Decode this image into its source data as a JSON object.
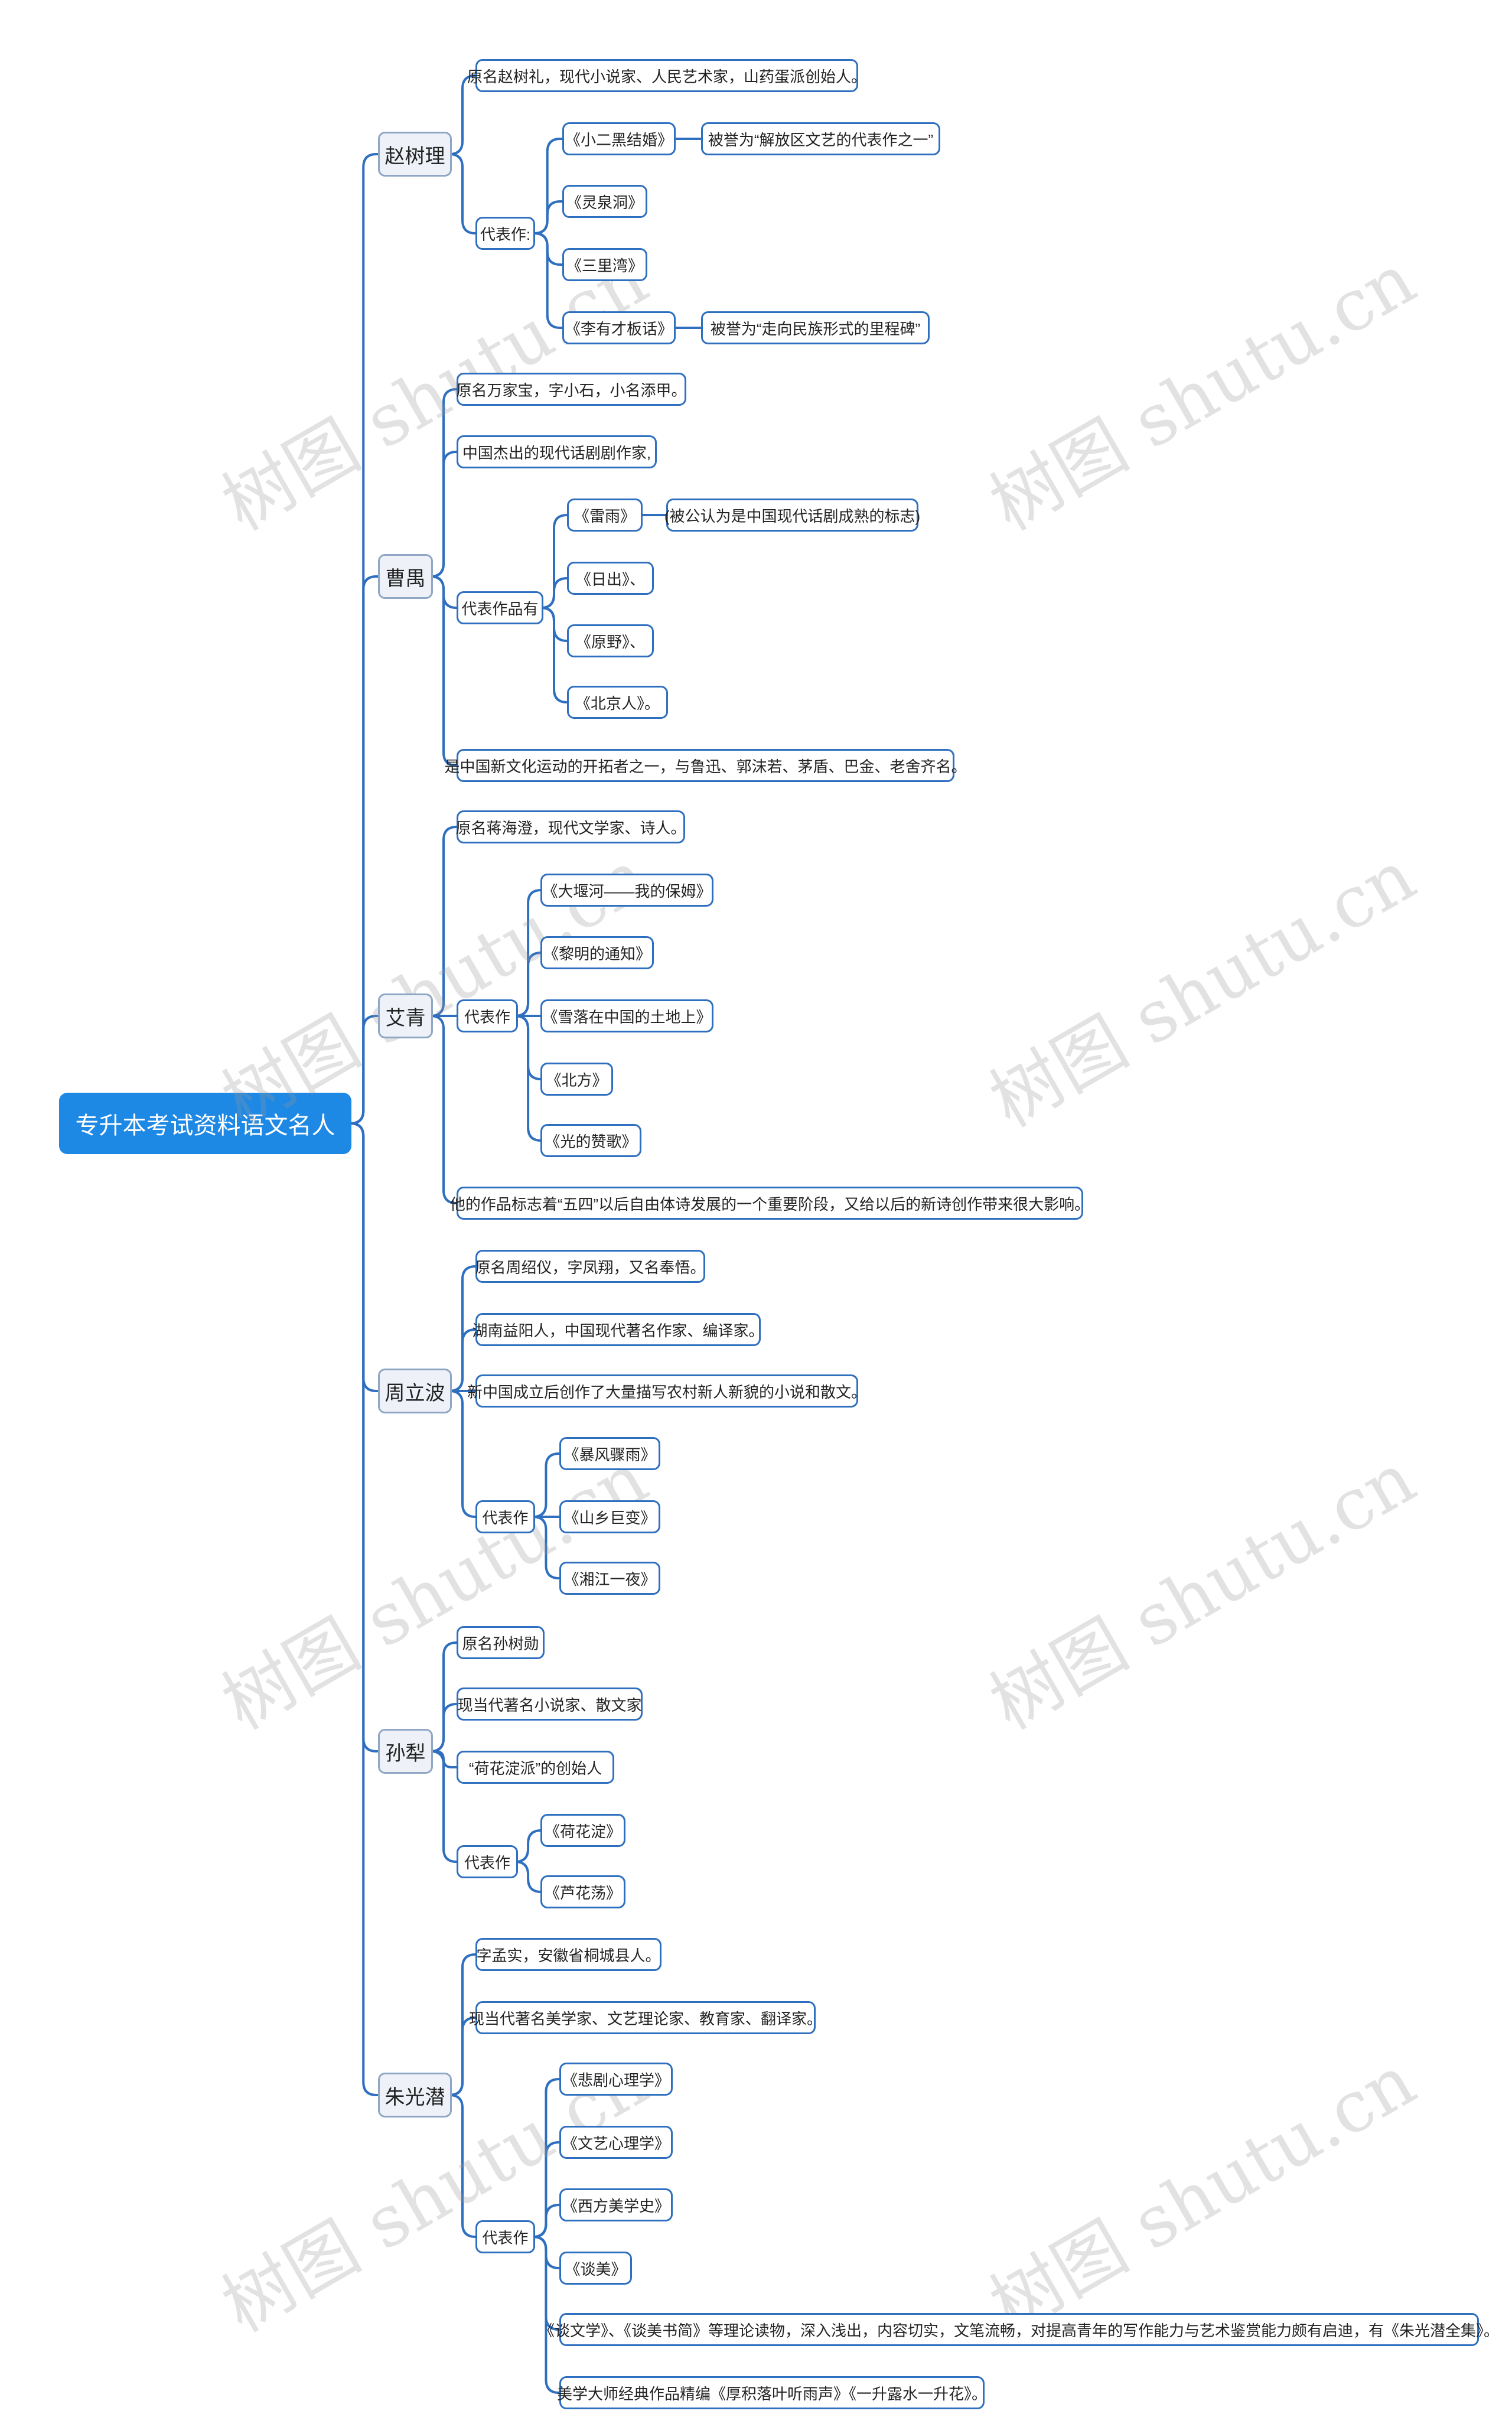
{
  "watermark": "树图 shutu.cn",
  "root": "专升本考试资料语文名人",
  "branches": [
    {
      "label": "赵树理",
      "children": [
        {
          "label": "原名赵树礼，现代小说家、人民艺术家，山药蛋派创始人。"
        },
        {
          "label": "代表作:",
          "children": [
            {
              "label": "《小二黑结婚》",
              "children": [
                {
                  "label": "被誉为“解放区文艺的代表作之一”"
                }
              ]
            },
            {
              "label": "《灵泉洞》"
            },
            {
              "label": "《三里湾》"
            },
            {
              "label": "《李有才板话》",
              "children": [
                {
                  "label": "被誉为“走向民族形式的里程碑”"
                }
              ]
            }
          ]
        }
      ]
    },
    {
      "label": "曹禺",
      "children": [
        {
          "label": "原名万家宝，字小石，小名添甲。"
        },
        {
          "label": "中国杰出的现代话剧剧作家,"
        },
        {
          "label": "代表作品有",
          "children": [
            {
              "label": "《雷雨》",
              "children": [
                {
                  "label": "(被公认为是中国现代话剧成熟的标志)"
                }
              ]
            },
            {
              "label": "《日出》、"
            },
            {
              "label": "《原野》、"
            },
            {
              "label": "《北京人》。"
            }
          ]
        },
        {
          "label": "是中国新文化运动的开拓者之一，与鲁迅、郭沫若、茅盾、巴金、老舍齐名。"
        }
      ]
    },
    {
      "label": "艾青",
      "children": [
        {
          "label": "原名蒋海澄，现代文学家、诗人。"
        },
        {
          "label": "代表作",
          "children": [
            {
              "label": "《大堰河——我的保姆》"
            },
            {
              "label": "《黎明的通知》"
            },
            {
              "label": "《雪落在中国的土地上》"
            },
            {
              "label": "《北方》"
            },
            {
              "label": "《光的赞歌》"
            }
          ]
        },
        {
          "label": "他的作品标志着“五四”以后自由体诗发展的一个重要阶段，又给以后的新诗创作带来很大影响。"
        }
      ]
    },
    {
      "label": "周立波",
      "children": [
        {
          "label": "原名周绍仪，字凤翔，又名奉悟。"
        },
        {
          "label": "湖南益阳人，中国现代著名作家、编译家。"
        },
        {
          "label": "新中国成立后创作了大量描写农村新人新貌的小说和散文。"
        },
        {
          "label": "代表作",
          "children": [
            {
              "label": "《暴风骤雨》"
            },
            {
              "label": "《山乡巨变》"
            },
            {
              "label": "《湘江一夜》"
            }
          ]
        }
      ]
    },
    {
      "label": "孙犁",
      "children": [
        {
          "label": "原名孙树勋"
        },
        {
          "label": "现当代著名小说家、散文家"
        },
        {
          "label": "“荷花淀派”的创始人"
        },
        {
          "label": "代表作",
          "children": [
            {
              "label": "《荷花淀》"
            },
            {
              "label": "《芦花荡》"
            }
          ]
        }
      ]
    },
    {
      "label": "朱光潜",
      "children": [
        {
          "label": "字孟实，安徽省桐城县人。"
        },
        {
          "label": "现当代著名美学家、文艺理论家、教育家、翻译家。"
        },
        {
          "label": "代表作",
          "children": [
            {
              "label": "《悲剧心理学》"
            },
            {
              "label": "《文艺心理学》"
            },
            {
              "label": "《西方美学史》"
            },
            {
              "label": "《谈美》"
            },
            {
              "label": "《谈文学》、《谈美书简》等理论读物，深入浅出，内容切实，文笔流畅，对提高青年的写作能力与艺术鉴赏能力颇有启迪，有《朱光潜全集》。"
            },
            {
              "label": "美学大师经典作品精编《厚积落叶听雨声》《一升露水一升花》。"
            }
          ]
        }
      ]
    }
  ],
  "colors": {
    "root": "#1e88e5",
    "link": "#2f6fbf",
    "main_border": "#8fa6c4",
    "main_fill": "#eef2f8"
  }
}
